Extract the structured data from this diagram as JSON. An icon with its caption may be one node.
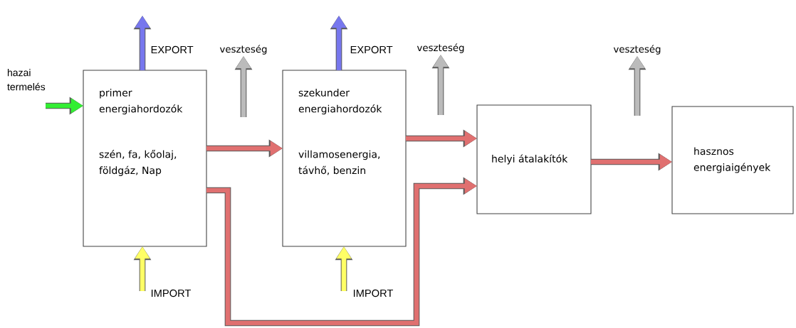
{
  "diagram": {
    "nodes": [
      {
        "text": [
          "primer energiahordozók",
          "szén, fa, kőolaj, földgáz, Nap"
        ]
      },
      {
        "text": [
          "szekunder energiahordozók",
          "villamosenergia, távhő, benzin"
        ]
      },
      {
        "text": [
          "helyi átalakítók"
        ]
      },
      {
        "text": [
          "hasznos energiaigények"
        ]
      },
      {
        "text": [
          "hazai termelés"
        ]
      }
    ],
    "edges": [
      {
        "from": 4,
        "to": 0,
        "arrow": "to",
        "color": "#33ee33"
      },
      {
        "from": 0,
        "to": null,
        "arrow": "to",
        "label": "EXPORT",
        "color": "#7777ee"
      },
      {
        "from": null,
        "to": 0,
        "arrow": "to",
        "label": "IMPORT",
        "color": "#ffff66"
      },
      {
        "from": 0,
        "to": 1,
        "arrow": "to"
      },
      {
        "from": 1,
        "to": null,
        "arrow": "to",
        "label": "EXPORT",
        "color": "#7777ee"
      },
      {
        "from": null,
        "to": 1,
        "arrow": "to",
        "label": "IMPORT",
        "color": "#ffff66"
      },
      {
        "from": 1,
        "to": 2,
        "arrow": "to"
      },
      {
        "from": 0,
        "to": 2,
        "arrow": "to"
      },
      {
        "from": 2,
        "to": 3,
        "arrow": "to"
      }
    ],
    "labels": [
      "veszteség",
      "veszteség",
      "veszteség"
    ]
  }
}
